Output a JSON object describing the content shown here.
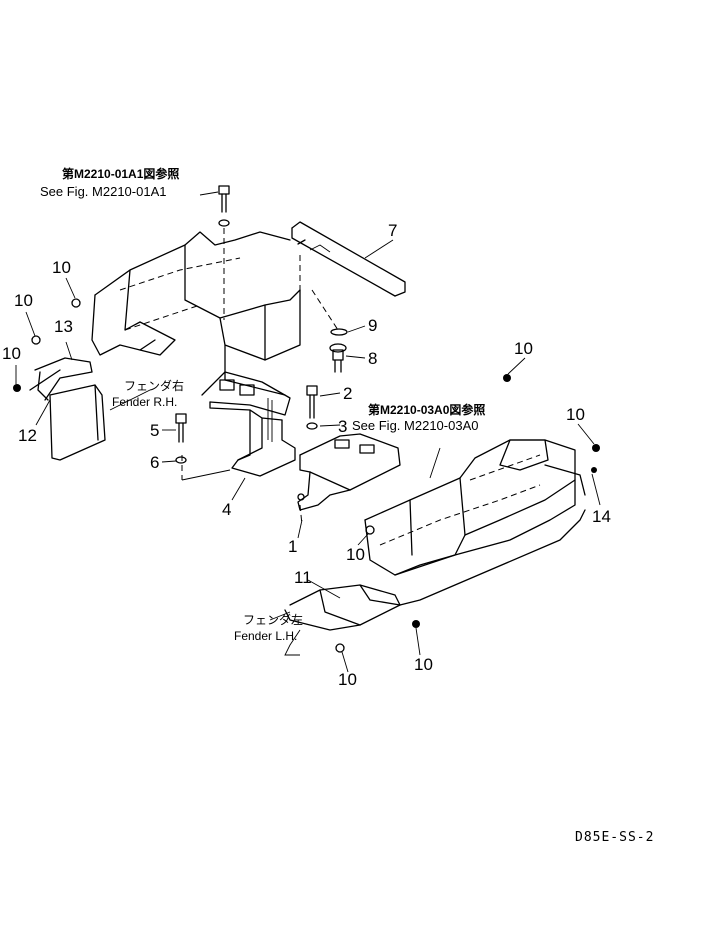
{
  "refs": {
    "top_jp": "第M2210-01A1図参照",
    "top_en": "See Fig. M2210-01A1",
    "mid_jp": "第M2210-03A0図参照",
    "mid_en": "See Fig. M2210-03A0"
  },
  "fenders": {
    "rh_jp": "フェンダ右",
    "rh_en": "Fender R.H.",
    "lh_jp": "フェンダ左",
    "lh_en": "Fender L.H."
  },
  "part_numbers": {
    "p1": "1",
    "p2": "2",
    "p3": "3",
    "p4": "4",
    "p5": "5",
    "p6": "6",
    "p7": "7",
    "p8": "8",
    "p9": "9",
    "p11": "11",
    "p12": "12",
    "p13": "13",
    "p14": "14",
    "p10a": "10",
    "p10b": "10",
    "p10c": "10",
    "p10d": "10",
    "p10e": "10",
    "p10f": "10",
    "p10g": "10",
    "p10h": "10"
  },
  "drawing_code": "D85E-SS-2"
}
